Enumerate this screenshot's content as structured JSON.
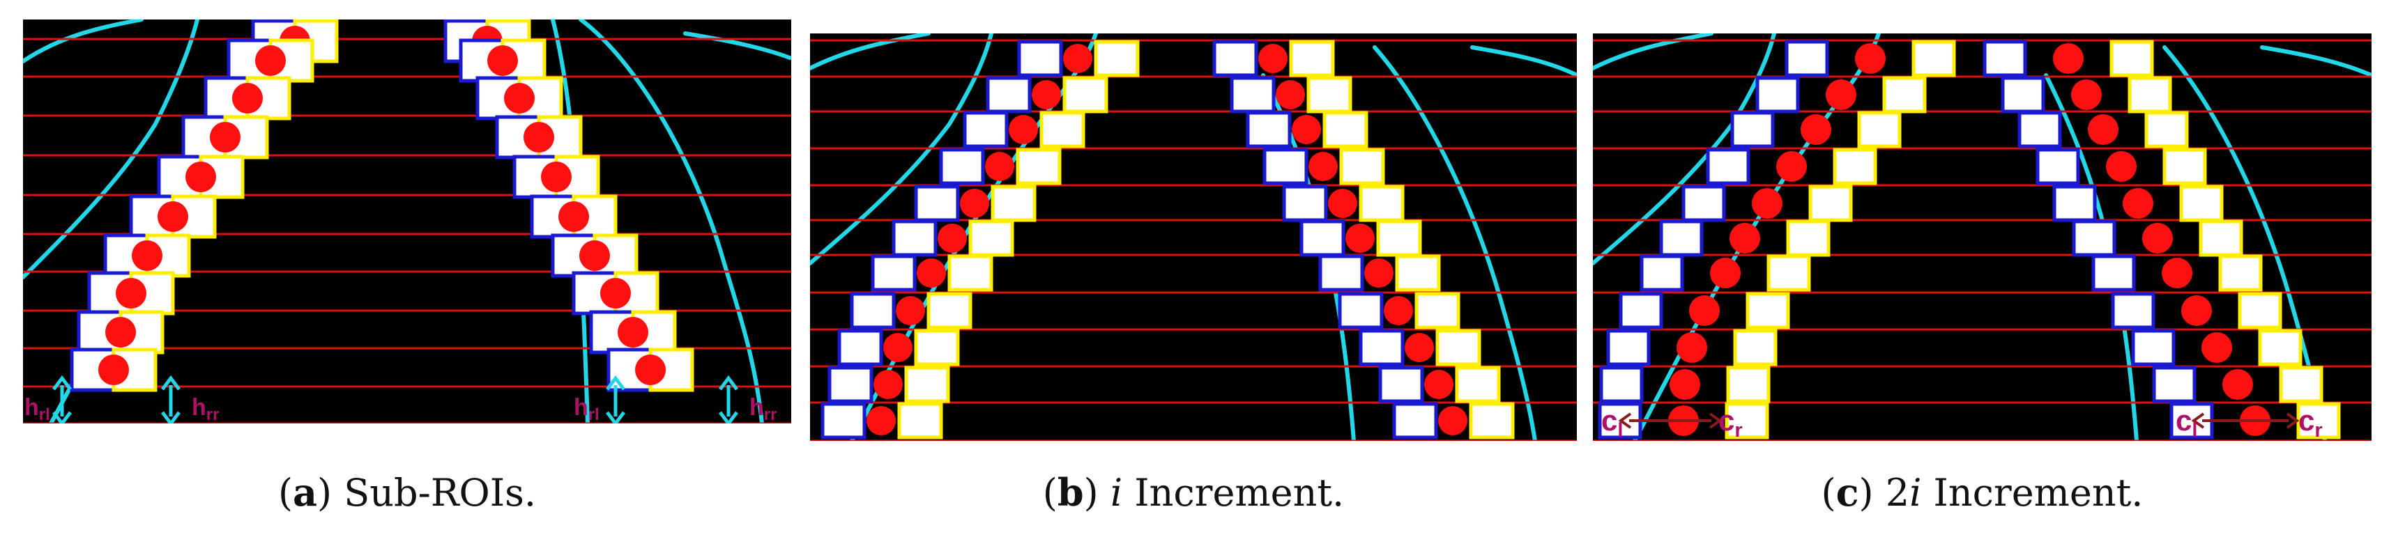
{
  "figure": {
    "panels": [
      {
        "id": "a",
        "caption_letter": "a",
        "caption_text": "Sub-ROIs.",
        "labels": {
          "left_height": "h",
          "left_height_sub": "rl",
          "right_height": "h",
          "right_height_sub": "rr"
        }
      },
      {
        "id": "b",
        "caption_letter": "b",
        "caption_italic": "i",
        "caption_text": "Increment."
      },
      {
        "id": "c",
        "caption_letter": "c",
        "caption_prefix": "2",
        "caption_italic": "i",
        "caption_text": "Increment.",
        "labels": {
          "left_center": "c",
          "left_center_sub": "l",
          "right_center": "c",
          "right_center_sub": "r"
        }
      }
    ],
    "colors": {
      "background": "#000000",
      "row_line": "#e01010",
      "lane_curve": "#22d8e8",
      "left_box_border": "#1a1ad0",
      "right_box_border": "#ffee00",
      "box_fill": "#ffffff",
      "center_dot": "#ff1010",
      "annotation_text": "#b0106a",
      "annotation_arrow": "#22d8e8",
      "center_arrow": "#8b1a1a"
    }
  }
}
